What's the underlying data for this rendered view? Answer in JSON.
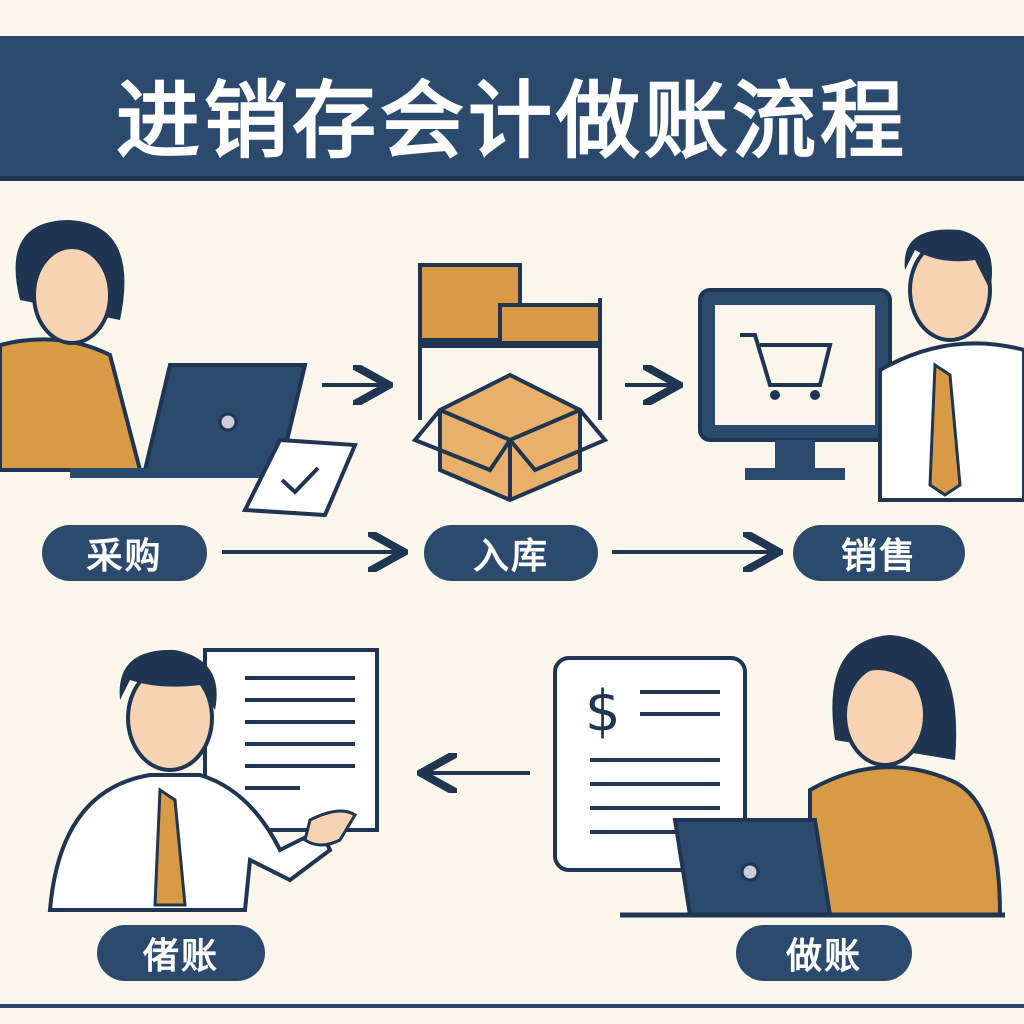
{
  "title": "进销存会计做账流程",
  "steps": {
    "purchase": "采购",
    "stock_in": "入库",
    "sales": "销售",
    "bookkeeping": "做账",
    "ledger": "偖账"
  },
  "receipt_symbol": "$",
  "colors": {
    "navy": "#2c4a6e",
    "orange": "#d99a45",
    "background": "#fbf6ec"
  }
}
